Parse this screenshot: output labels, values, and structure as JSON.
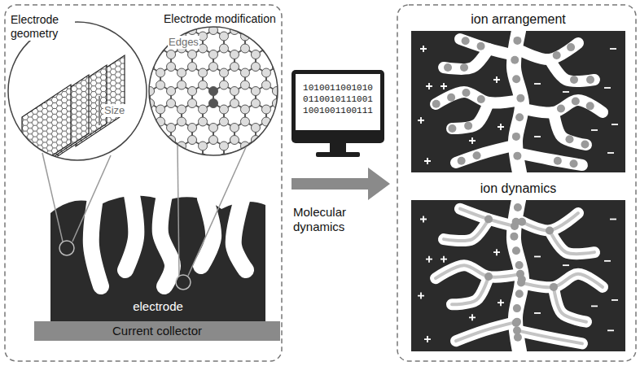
{
  "diagram": {
    "nodes": [
      {
        "text": [
          "Electrode geometry"
        ]
      },
      {
        "text": [
          "Electrode modification"
        ]
      },
      {
        "text": [
          "electrode"
        ]
      },
      {
        "text": [
          "Current collector"
        ]
      },
      {
        "text": [
          "1010011001010 0110010111001 1001001100111"
        ]
      },
      {
        "text": [
          "ion arrangement"
        ]
      },
      {
        "text": [
          "ion dynamics"
        ]
      }
    ],
    "labels": [
      "Edges",
      "Size",
      "Molecular dynamics"
    ]
  }
}
